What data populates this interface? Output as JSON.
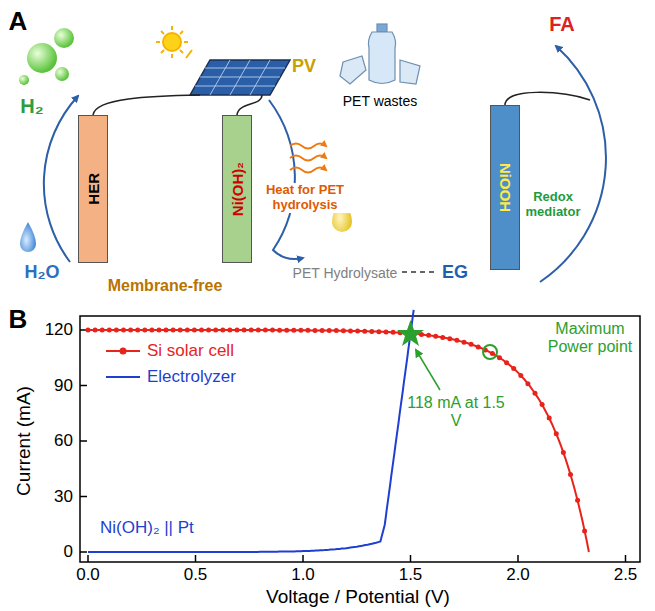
{
  "diagram": {
    "nodes": [
      {
        "text": [
          "HER"
        ]
      },
      {
        "text": [
          "Ni(OH)₂"
        ]
      },
      {
        "text": [
          "NiOOH"
        ]
      }
    ],
    "labels": [
      "A",
      "H₂",
      "H₂O",
      "PV",
      "Membrane-free",
      "PET wastes",
      "Heat for PET hydrolysis",
      "PET Hydrolysate",
      "EG",
      "FA",
      "Redox mediator",
      "B",
      "Current (mA)",
      "Voltage / Potential (V)",
      "0",
      "30",
      "60",
      "90",
      "120",
      "0.0",
      "0.5",
      "1.0",
      "1.5",
      "2.0",
      "2.5",
      "118 mA at 1.5 V",
      "Maximum Power point",
      "Ni(OH)₂ || Pt"
    ],
    "legend": [
      {
        "text": "Si solar cell"
      },
      {
        "text": "Electrolyzer"
      }
    ]
  }
}
